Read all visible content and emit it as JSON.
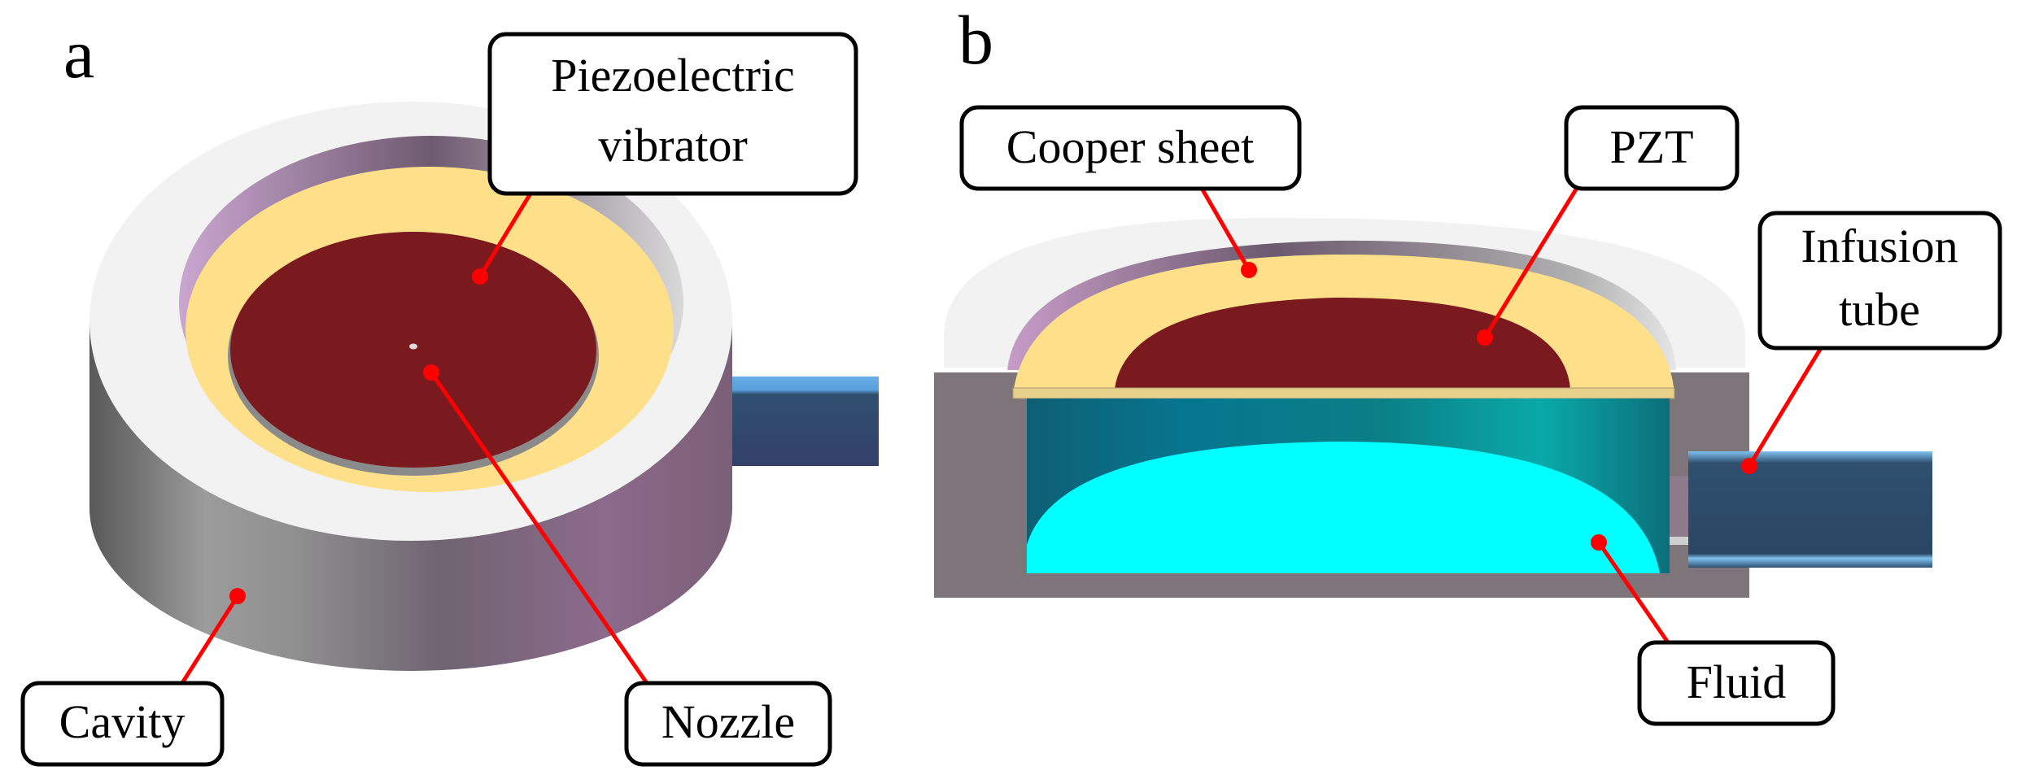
{
  "panels": {
    "a": {
      "letter": "a"
    },
    "b": {
      "letter": "b"
    }
  },
  "labels": {
    "piezoelectric_vibrator_line1": "Piezoelectric",
    "piezoelectric_vibrator_line2": "vibrator",
    "cavity": "Cavity",
    "nozzle": "Nozzle",
    "cooper_sheet": "Cooper sheet",
    "pzt": "PZT",
    "infusion_tube_line1": "Infusion",
    "infusion_tube_line2": "tube",
    "fluid": "Fluid"
  },
  "colors": {
    "leader": "#ff0000",
    "pzt": "#7a1a1f",
    "cooper_sheet": "#ffe08a",
    "fluid": "#00ffff",
    "cavity_top": "#f2f2f2",
    "cavity_section": "#7d7579",
    "tube": "#2f4f6f"
  }
}
